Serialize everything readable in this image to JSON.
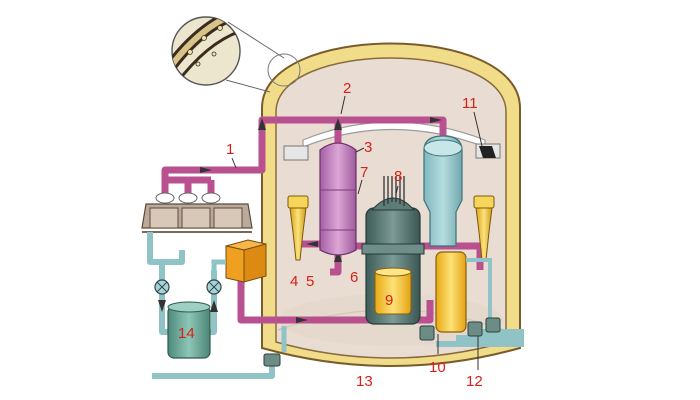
{
  "colors": {
    "shell_outer": "#f1dc8a",
    "shell_border": "#7a5c2a",
    "interior": "#e9ddd3",
    "pipe_primary": "#b9508f",
    "pipe_water": "#8fc3c5",
    "label": "#d8201a",
    "pressurizer": "#c98bc6",
    "steam_generator": "#8fc3c9",
    "pump": "#f0c441",
    "core": "#f6c232",
    "vessel": "#4f6f6a"
  },
  "labels": {
    "l1": "1",
    "l2": "2",
    "l3": "3",
    "l4": "4",
    "l5": "5",
    "l6": "6",
    "l7": "7",
    "l8": "8",
    "l9": "9",
    "l10": "10",
    "l11": "11",
    "l12": "12",
    "l13": "13",
    "l14": "14"
  }
}
